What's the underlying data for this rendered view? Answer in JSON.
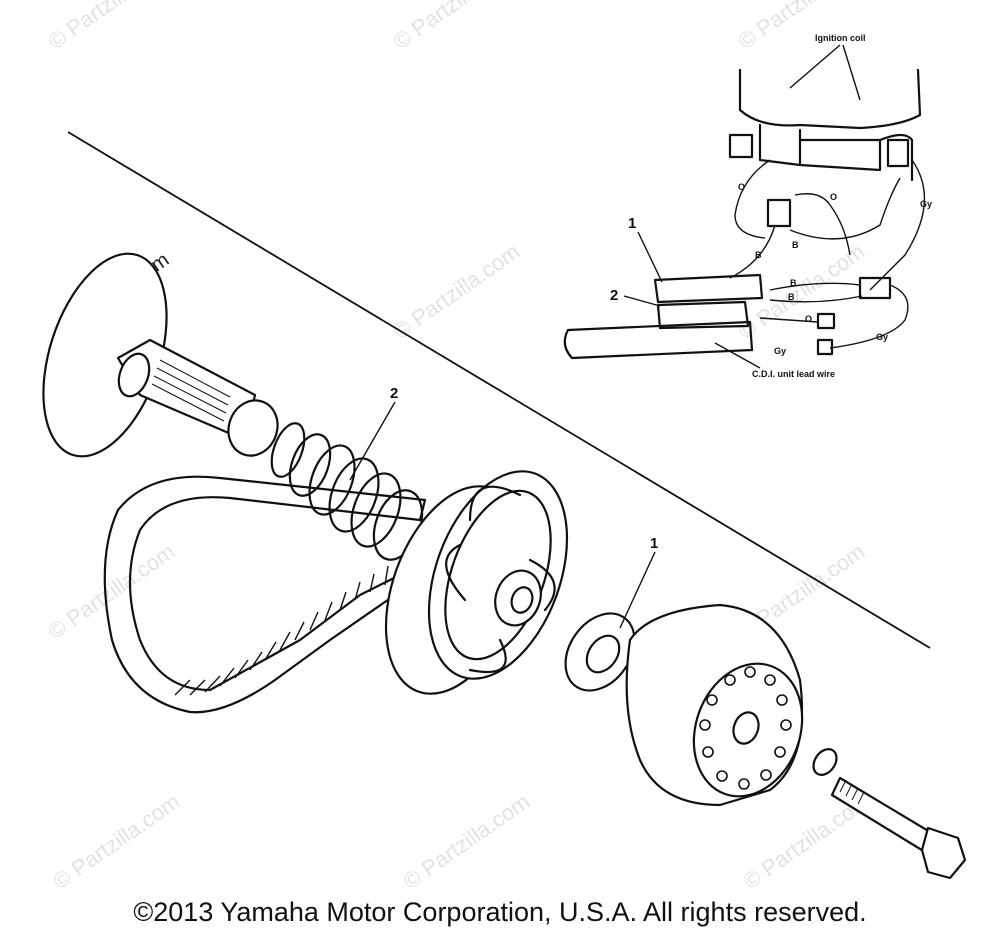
{
  "watermark": {
    "text": "© Partzilla.com",
    "color": "#e2e2e2"
  },
  "callouts": {
    "main_spring": "2",
    "main_washer": "1",
    "inset_1": "1",
    "inset_2": "2"
  },
  "inset_labels": {
    "ignition_coil": "Ignition coil",
    "cdi_lead": "C.D.I. unit lead wire",
    "wire_o_1": "O",
    "wire_o_2": "O",
    "wire_o_3": "O",
    "wire_b_1": "B",
    "wire_b_2": "B",
    "wire_b_3": "B",
    "wire_b_4": "B",
    "wire_gy_1": "Gy",
    "wire_gy_2": "Gy",
    "wire_gy_3": "Gy"
  },
  "footer": {
    "copyright": "©2013 Yamaha Motor Corporation, U.S.A. All rights reserved."
  }
}
